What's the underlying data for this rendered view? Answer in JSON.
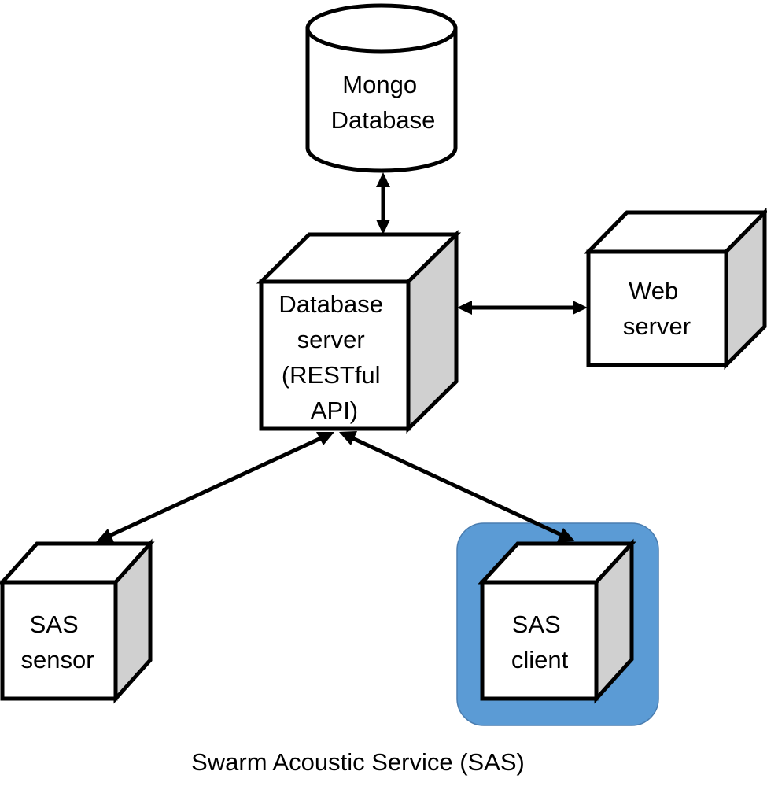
{
  "colors": {
    "highlight": "#5b9bd5",
    "cube_side": "#d0d0d0",
    "stroke": "#000000",
    "face": "#ffffff"
  },
  "nodes": {
    "mongo_db": {
      "shape": "cylinder",
      "label_lines": [
        "Mongo",
        "Database"
      ]
    },
    "db_server": {
      "shape": "cube",
      "label_lines": [
        "Database",
        "server",
        "(RESTful",
        "API)"
      ]
    },
    "web_server": {
      "shape": "cube",
      "label_lines": [
        "Web",
        "server"
      ]
    },
    "sas_sensor": {
      "shape": "cube",
      "label_lines": [
        "SAS",
        "sensor"
      ]
    },
    "sas_client": {
      "shape": "cube",
      "highlighted": true,
      "label_lines": [
        "SAS",
        "client"
      ]
    }
  },
  "edges": [
    {
      "from": "mongo_db",
      "to": "db_server",
      "direction": "both"
    },
    {
      "from": "db_server",
      "to": "web_server",
      "direction": "both"
    },
    {
      "from": "db_server",
      "to": "sas_sensor",
      "direction": "both"
    },
    {
      "from": "db_server",
      "to": "sas_client",
      "direction": "both"
    }
  ],
  "caption": "Swarm Acoustic Service (SAS)"
}
